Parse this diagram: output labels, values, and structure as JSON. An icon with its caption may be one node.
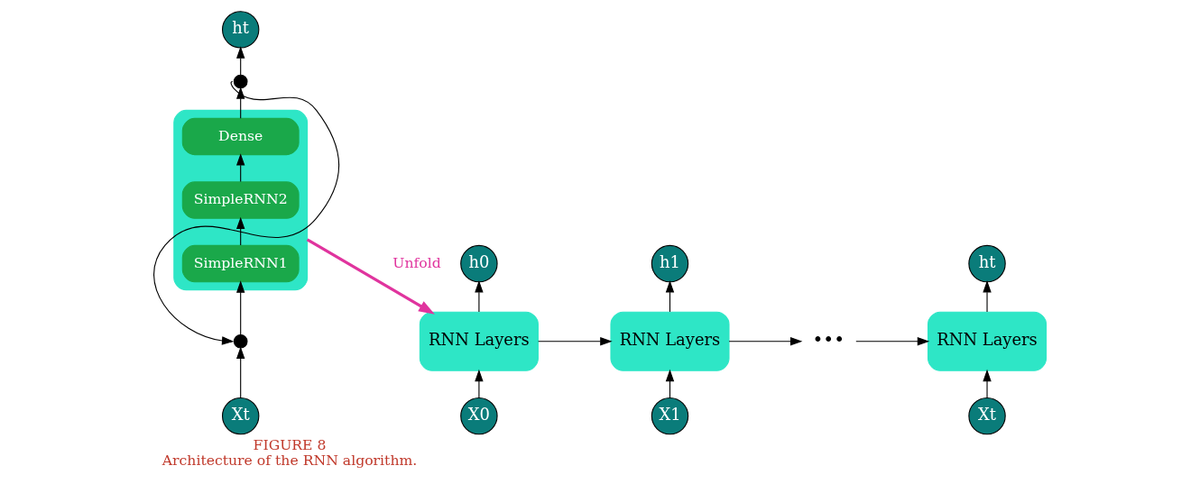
{
  "diagram": {
    "title": "FIGURE 8",
    "caption": "Architecture of the RNN algorithm.",
    "nodes": [
      {
        "text": [
          "ht"
        ]
      },
      {
        "text": [],
        "shape": "box"
      },
      {
        "text": [
          "Dense"
        ],
        "in": 1
      },
      {
        "text": [
          "SimpleRNN2"
        ],
        "in": 1
      },
      {
        "text": [
          "SimpleRNN1"
        ],
        "in": 1
      },
      {
        "text": [],
        "shape": "circle"
      },
      {
        "text": [],
        "shape": "circle"
      },
      {
        "text": [
          "Xt"
        ]
      },
      {
        "text": [
          "h0"
        ]
      },
      {
        "text": [
          "h1"
        ]
      },
      {
        "text": [
          "ht"
        ]
      },
      {
        "text": [
          "RNN Layers"
        ]
      },
      {
        "text": [
          "RNN Layers"
        ]
      },
      {
        "text": [
          "•••"
        ]
      },
      {
        "text": [
          "RNN Layers"
        ]
      },
      {
        "text": [
          "X0"
        ]
      },
      {
        "text": [
          "X1"
        ]
      },
      {
        "text": [
          "Xt"
        ]
      }
    ],
    "edges": [
      {
        "from": 7,
        "to": 6,
        "arrow": "to"
      },
      {
        "from": 6,
        "to": 4,
        "arrow": "to"
      },
      {
        "from": 4,
        "to": 3,
        "arrow": "to"
      },
      {
        "from": 3,
        "to": 2,
        "arrow": "to"
      },
      {
        "from": 2,
        "to": 5,
        "arrow": "to"
      },
      {
        "from": 5,
        "to": 0,
        "arrow": "to"
      },
      {
        "from": 5,
        "to": 6,
        "arrow": "to"
      },
      {
        "from": 1,
        "to": 11,
        "arrow": "to",
        "label": "Unfold",
        "style": "thick",
        "color": "#e0349e"
      },
      {
        "from": 15,
        "to": 11,
        "arrow": "to"
      },
      {
        "from": 11,
        "to": 8,
        "arrow": "to"
      },
      {
        "from": 11,
        "to": 12,
        "arrow": "to"
      },
      {
        "from": 16,
        "to": 12,
        "arrow": "to"
      },
      {
        "from": 12,
        "to": 9,
        "arrow": "to"
      },
      {
        "from": 12,
        "to": 13,
        "arrow": "to"
      },
      {
        "from": 13,
        "to": 14,
        "arrow": "to"
      },
      {
        "from": 17,
        "to": 14,
        "arrow": "to"
      },
      {
        "from": 14,
        "to": 10,
        "arrow": "to"
      }
    ]
  }
}
